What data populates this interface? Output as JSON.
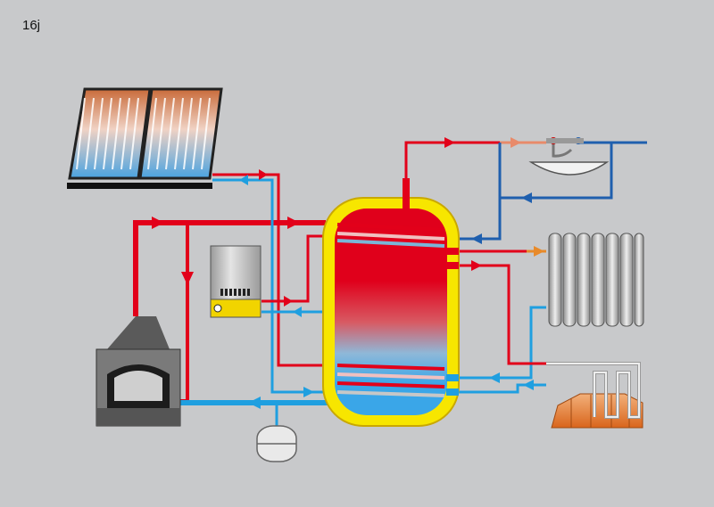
{
  "figure": {
    "label": "16j"
  },
  "colors": {
    "background": "#c8c9cb",
    "hot_pipe": "#e2001a",
    "cold_pipe": "#1f9fe0",
    "dhw_pipe": "#1f5fae",
    "tank_shell": "#f7e600",
    "tank_hot": "#e0001b",
    "tank_cold": "#3aa6e8",
    "orange_pipe": "#e88a2a"
  },
  "components": [
    "solar-collectors",
    "storage-tank",
    "gas-boiler",
    "wood-stove",
    "radiator",
    "floor-heating",
    "washbasin-tap",
    "expansion-vessel"
  ]
}
